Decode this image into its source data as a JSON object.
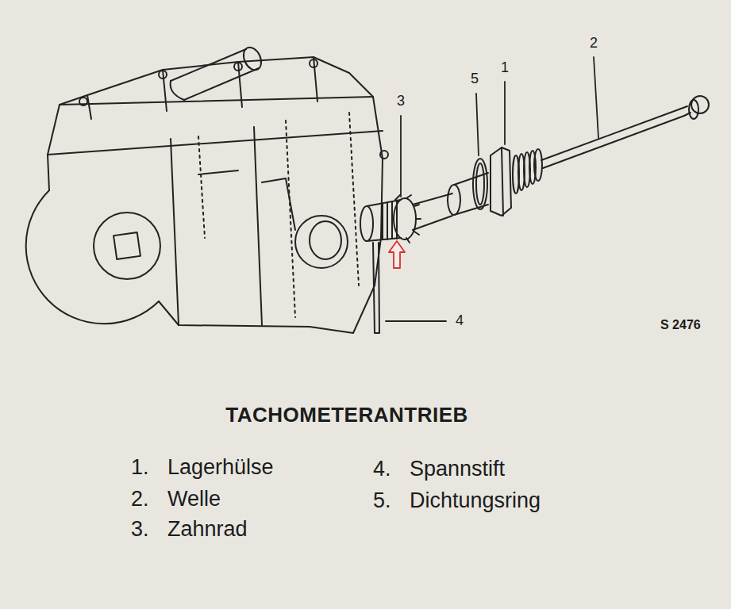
{
  "diagram": {
    "title": "TACHOMETERANTRIEB",
    "labels": [
      "3",
      "5",
      "1",
      "2",
      "4",
      "S 2476",
      "1. Lagerhülse",
      "2. Welle",
      "3. Zahnrad",
      "4. Spannstift",
      "5. Dichtungsring"
    ]
  }
}
